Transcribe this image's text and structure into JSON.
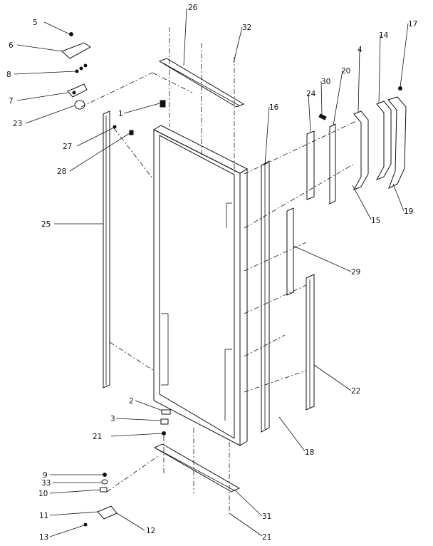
{
  "callouts": [
    {
      "id": "c1",
      "label": "1"
    },
    {
      "id": "c2",
      "label": "2"
    },
    {
      "id": "c3",
      "label": "3"
    },
    {
      "id": "c4",
      "label": "4"
    },
    {
      "id": "c5",
      "label": "5"
    },
    {
      "id": "c6",
      "label": "6"
    },
    {
      "id": "c7",
      "label": "7"
    },
    {
      "id": "c8",
      "label": "8"
    },
    {
      "id": "c9",
      "label": "9"
    },
    {
      "id": "c10",
      "label": "10"
    },
    {
      "id": "c11",
      "label": "11"
    },
    {
      "id": "c12",
      "label": "12"
    },
    {
      "id": "c13",
      "label": "13"
    },
    {
      "id": "c14",
      "label": "14"
    },
    {
      "id": "c15",
      "label": "15"
    },
    {
      "id": "c16",
      "label": "16"
    },
    {
      "id": "c17",
      "label": "17"
    },
    {
      "id": "c18",
      "label": "18"
    },
    {
      "id": "c19",
      "label": "19"
    },
    {
      "id": "c20",
      "label": "20"
    },
    {
      "id": "c21a",
      "label": "21"
    },
    {
      "id": "c21b",
      "label": "21"
    },
    {
      "id": "c22",
      "label": "22"
    },
    {
      "id": "c23",
      "label": "23"
    },
    {
      "id": "c24",
      "label": "24"
    },
    {
      "id": "c25",
      "label": "25"
    },
    {
      "id": "c26",
      "label": "26"
    },
    {
      "id": "c27",
      "label": "27"
    },
    {
      "id": "c28",
      "label": "28"
    },
    {
      "id": "c29",
      "label": "29"
    },
    {
      "id": "c30",
      "label": "30"
    },
    {
      "id": "c31",
      "label": "31"
    },
    {
      "id": "c32",
      "label": "32"
    },
    {
      "id": "c33",
      "label": "33"
    }
  ]
}
